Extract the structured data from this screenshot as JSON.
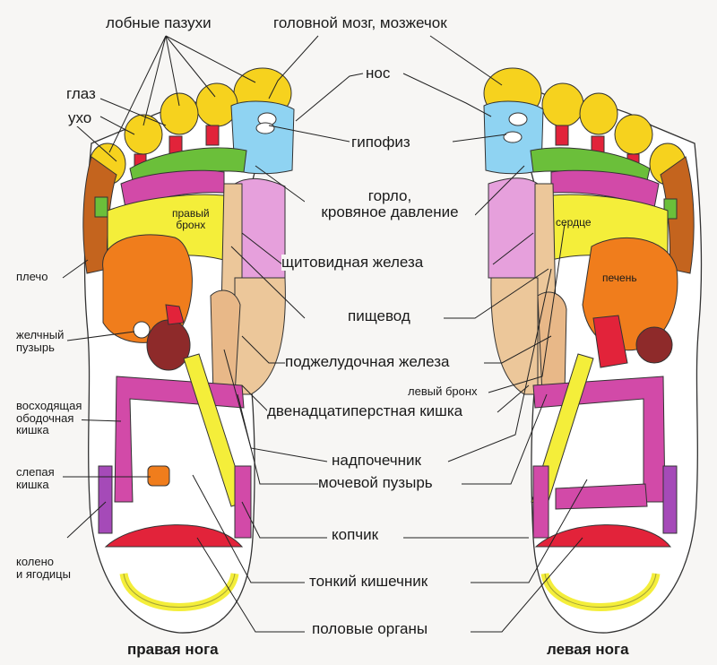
{
  "labels": {
    "frontal_sinuses": "лобные пазухи",
    "brain": "головной мозг, мозжечок",
    "nose": "нос",
    "eye": "глаз",
    "ear": "ухо",
    "pituitary": "гипофиз",
    "throat_line1": "горло,",
    "throat_line2": "кровяное давление",
    "right_bronchus_line1": "правый",
    "right_bronchus_line2": "бронх",
    "heart": "сердце",
    "shoulder": "плечо",
    "thyroid": "щитовидная железа",
    "liver": "печень",
    "esophagus": "пищевод",
    "gallbladder_line1": "желчный",
    "gallbladder_line2": "пузырь",
    "pancreas": "поджелудочная железа",
    "left_bronchus": "левый бронх",
    "ascending_colon_line1": "восходящая",
    "ascending_colon_line2": "ободочная",
    "ascending_colon_line3": "кишка",
    "duodenum": "двенадцатиперстная кишка",
    "adrenal": "надпочечник",
    "cecum_line1": "слепая",
    "cecum_line2": "кишка",
    "bladder": "мочевой пузырь",
    "coccyx": "копчик",
    "knee_line1": "колено",
    "knee_line2": "и ягодицы",
    "small_intestine": "тонкий кишечник",
    "genitals": "половые органы",
    "right_foot": "правая нога",
    "left_foot": "левая нога"
  },
  "colors": {
    "yellow": "#f6d21e",
    "orange_toe": "#f2a81c",
    "brown": "#c4641e",
    "blue": "#8fd3f2",
    "green": "#6bbf3a",
    "magenta": "#d24aa8",
    "light_yellow": "#f4ee3a",
    "orange": "#f07d1c",
    "pink": "#e6a0dc",
    "tan": "#ecc79a",
    "red": "#e2233a",
    "dark_red": "#8e2a2a",
    "purple": "#a54ab8",
    "background": "#f7f6f4"
  }
}
